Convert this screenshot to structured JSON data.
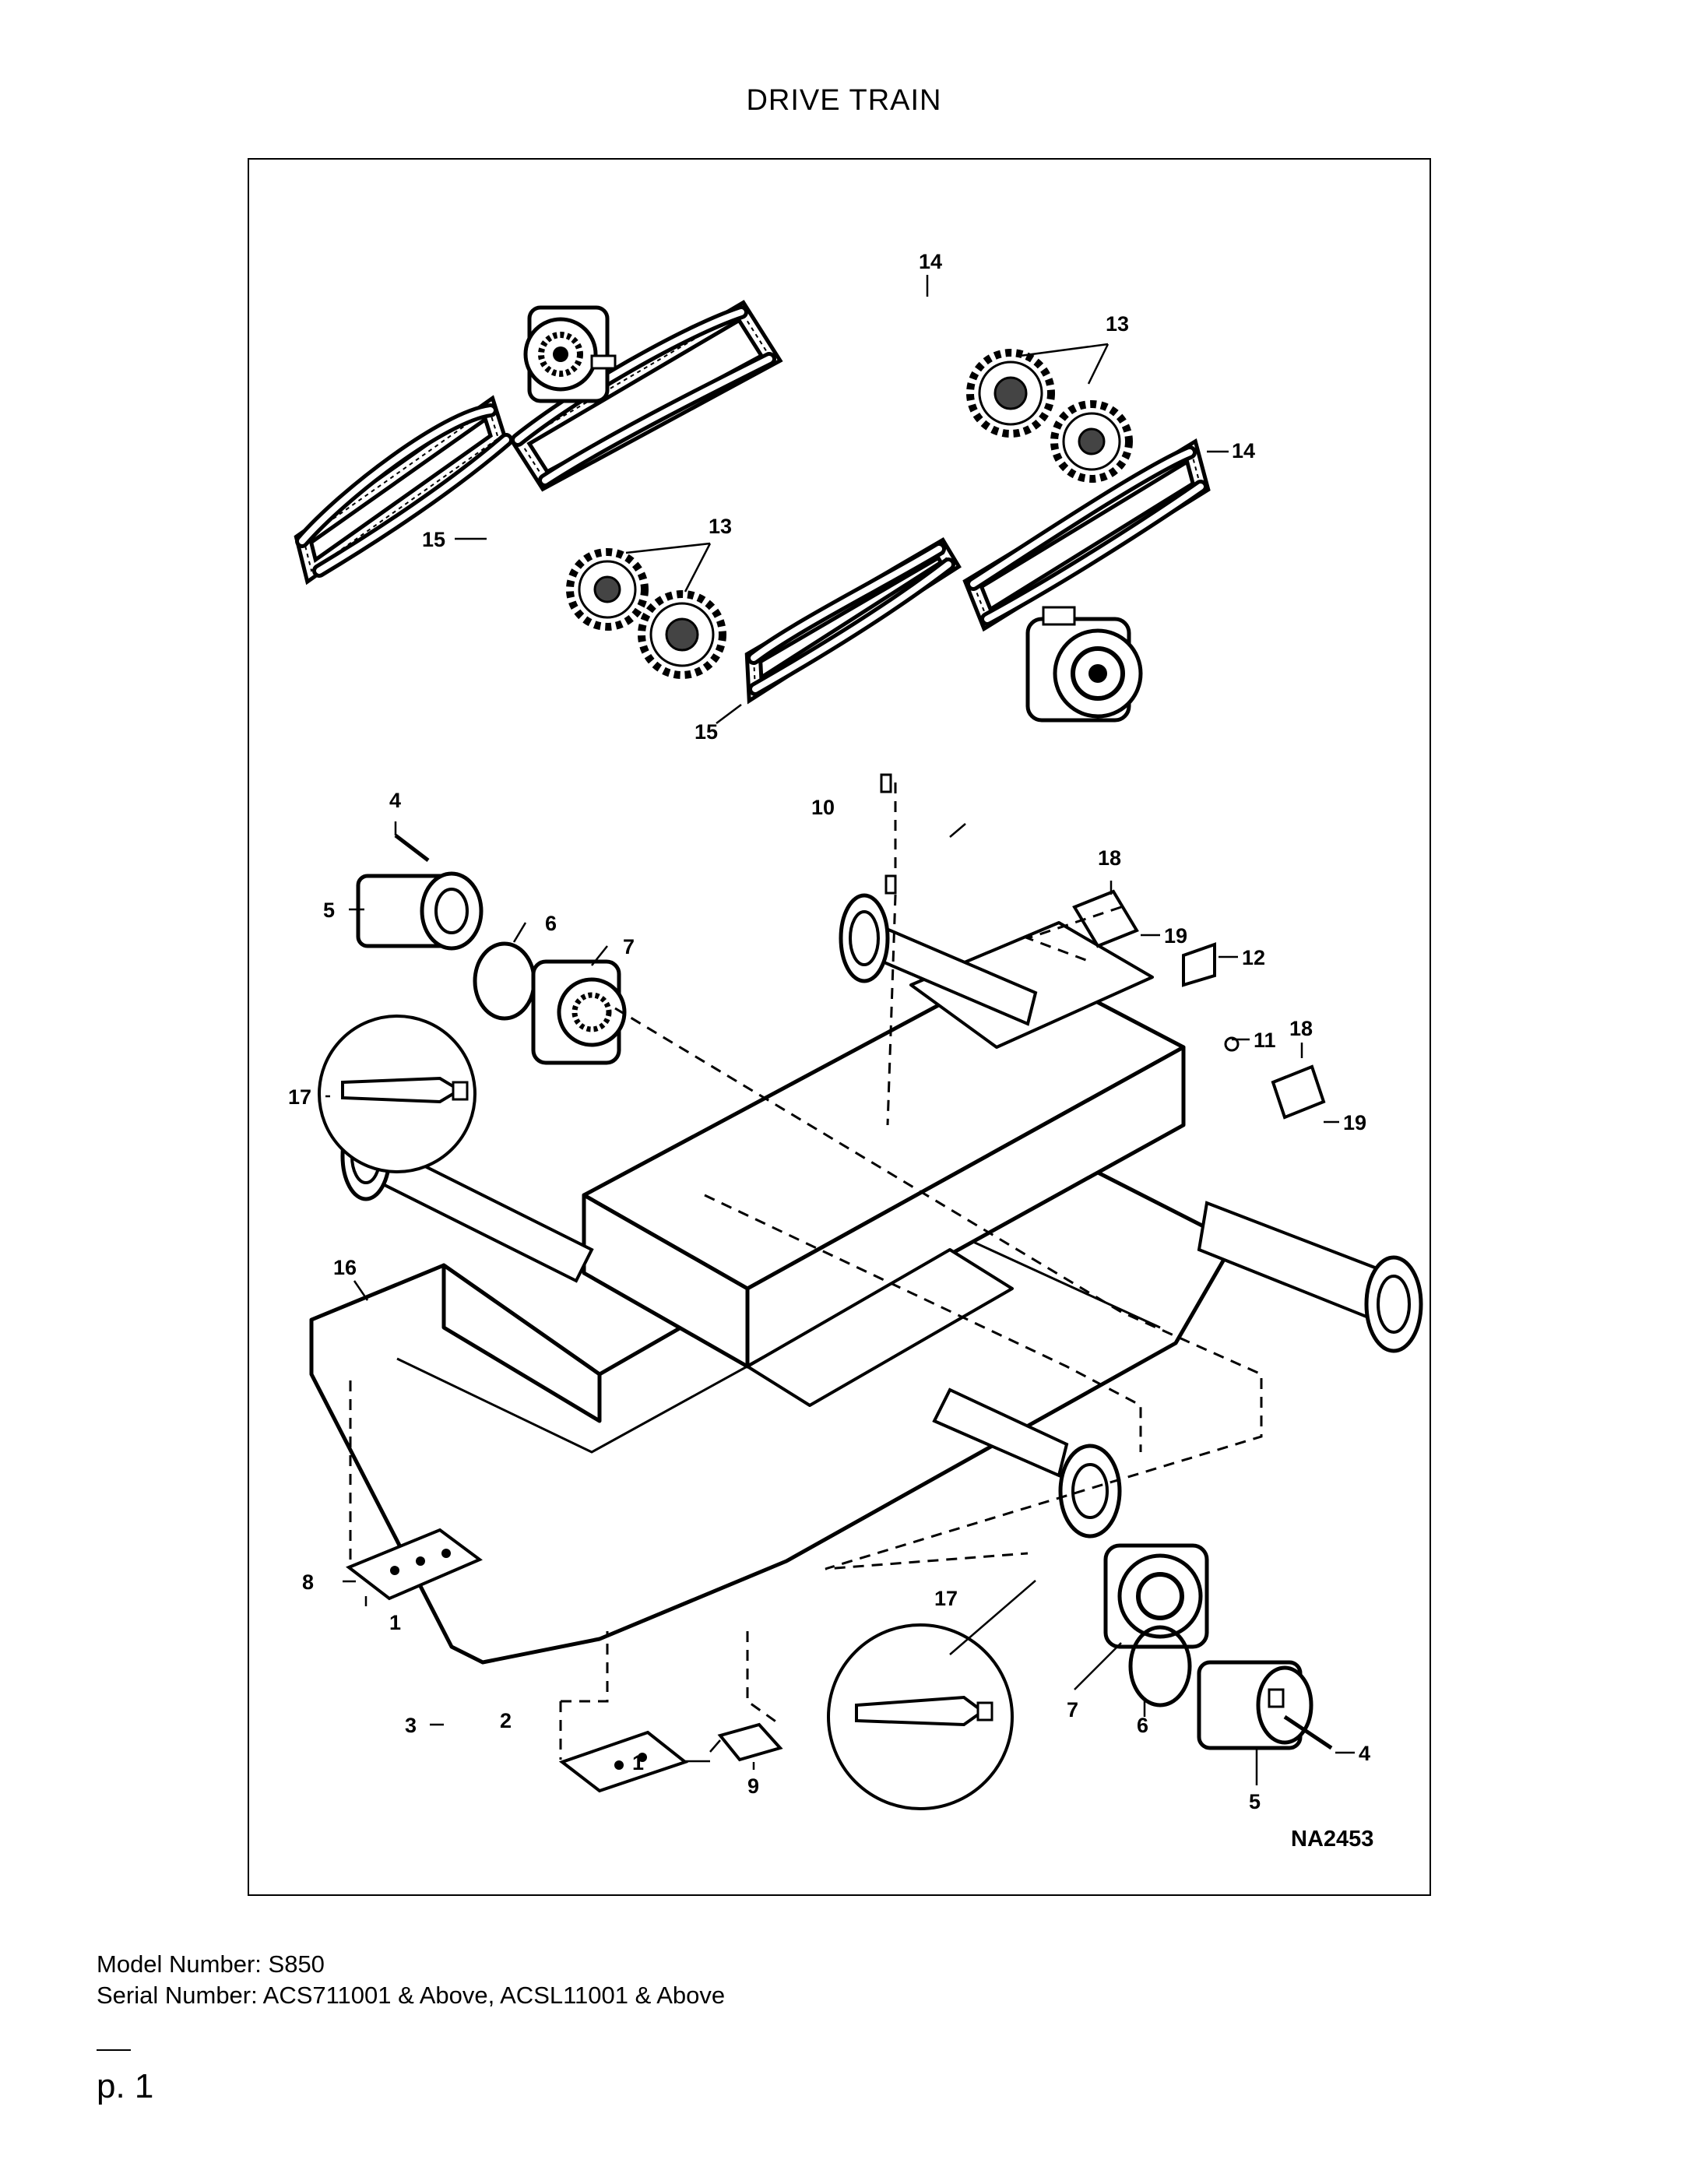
{
  "header": {
    "title": "DRIVE TRAIN"
  },
  "figure": {
    "code": "NA2453",
    "callouts": {
      "c1": "1",
      "c2": "2",
      "c3": "3",
      "c4": "4",
      "c5": "5",
      "c6": "6",
      "c7": "7",
      "c8": "8",
      "c9": "9",
      "c10": "10",
      "c11": "11",
      "c12": "12",
      "c13": "13",
      "c14": "14",
      "c15": "15",
      "c16": "16",
      "c17": "17",
      "c18": "18",
      "c19": "19"
    }
  },
  "footer": {
    "model": "Model Number: S850",
    "serial": "Serial Number: ACS711001 & Above, ACSL11001 & Above",
    "page": "p. 1"
  }
}
